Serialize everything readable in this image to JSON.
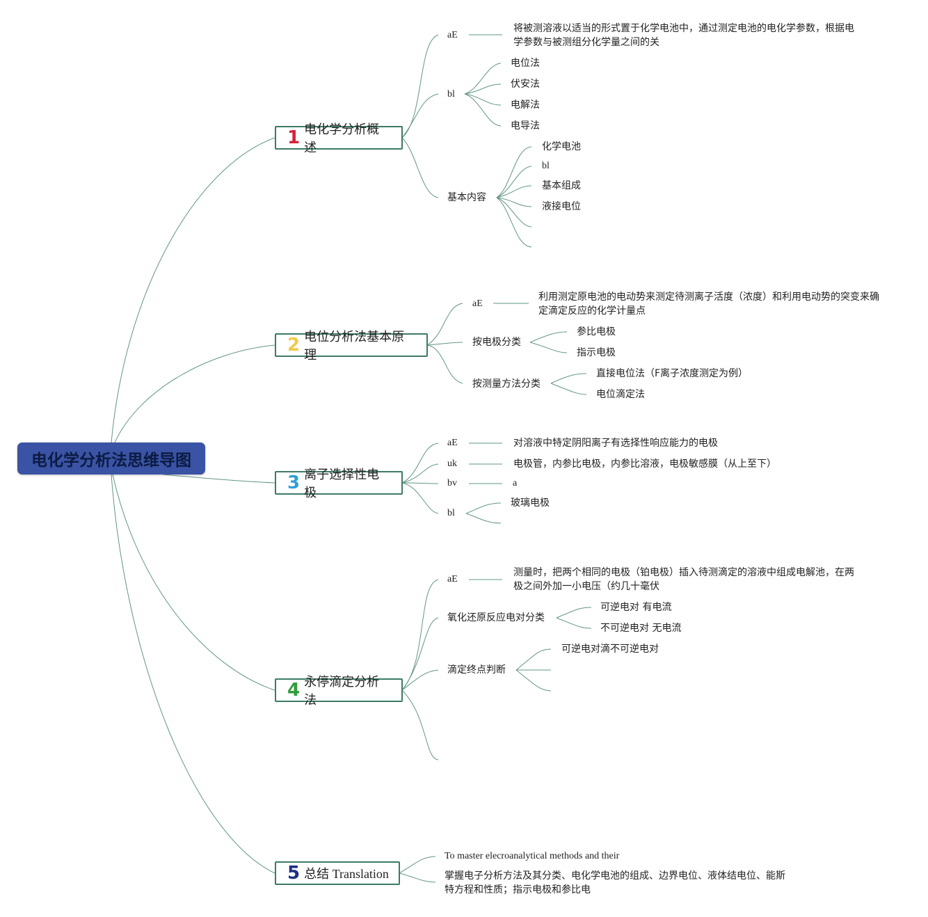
{
  "colors": {
    "link": "#3b7a66",
    "root_bg": "#3a53a4",
    "num1": "#d6223a",
    "num2": "#f2c94c",
    "num3": "#2f9fd8",
    "num4": "#2e9e3a",
    "num5": "#1b2f86"
  },
  "root": {
    "label": "电化学分析法思维导图"
  },
  "branches": [
    {
      "num": "1",
      "label": "电化学分析概述"
    },
    {
      "num": "2",
      "label": "电位分析法基本原理"
    },
    {
      "num": "3",
      "label": "离子选择性电极"
    },
    {
      "num": "4",
      "label": "永停滴定分析法"
    },
    {
      "num": "5",
      "label": "总结 Translation"
    }
  ],
  "b1": {
    "ae": "aE",
    "ae_text": "将被测溶液以适当的形式置于化学电池中，通过测定电池的电化学参数，根据电学参数与被测组分化学量之间的关",
    "bl": "bl",
    "bl_items": [
      "电位法",
      "伏安法",
      "电解法",
      "电导法"
    ],
    "basic": "基本内容",
    "basic_items": [
      "化学电池",
      "bl",
      "基本组成",
      "液接电位"
    ]
  },
  "b2": {
    "ae": "aE",
    "ae_text": "利用测定原电池的电动势来测定待测离子活度（浓度）和利用电动势的突变来确定滴定反应的化学计量点",
    "by_electrode": "按电极分类",
    "electrode_items": [
      "参比电极",
      "指示电极"
    ],
    "by_method": "按测量方法分类",
    "method_items": [
      "直接电位法（F离子浓度测定为例）",
      "电位滴定法"
    ]
  },
  "b3": {
    "ae": "aE",
    "ae_text": "对溶液中特定阴阳离子有选择性响应能力的电极",
    "uk": "uk",
    "uk_text": "电极管，内参比电极，内参比溶液，电极敏感膜（从上至下）",
    "bv": "bv",
    "bv_text": "a",
    "bl": "bl",
    "bl_items": [
      "玻璃电极"
    ]
  },
  "b4": {
    "ae": "aE",
    "ae_text": "测量时，把两个相同的电极（铂电极）插入待测滴定的溶液中组成电解池，在两极之间外加一小电压（约几十毫伏",
    "redox": "氧化还原反应电对分类",
    "redox_items": [
      "可逆电对 有电流",
      "不可逆电对 无电流"
    ],
    "endpoint": "滴定终点判断",
    "endpoint_items": [
      "可逆电对滴不可逆电对"
    ]
  },
  "b5": {
    "en": "To master elecroanalytical methods and their",
    "zh": "掌握电子分析方法及其分类、电化学电池的组成、边界电位、液体结电位、能斯特方程和性质；指示电极和参比电"
  }
}
